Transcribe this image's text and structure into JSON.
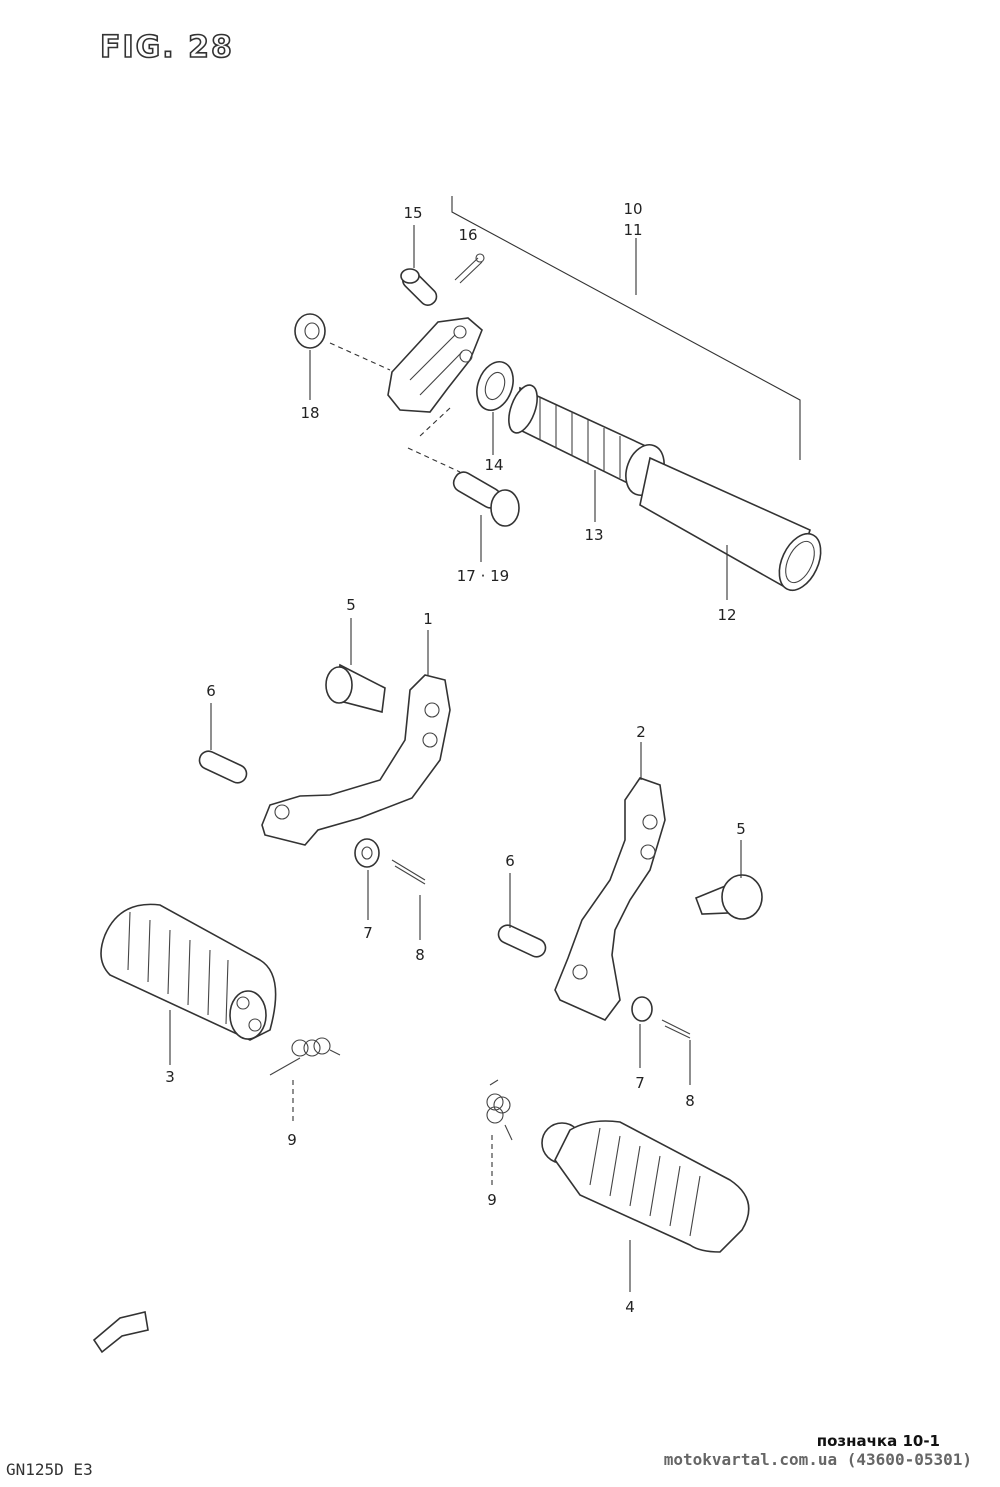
{
  "figure": {
    "title": "FIG. 28"
  },
  "labels": {
    "l10": "10",
    "l11": "11",
    "l15": "15",
    "l16": "16",
    "l18": "18",
    "l14": "14",
    "l13": "13",
    "l17_19": "17 · 19",
    "l12": "12",
    "l5a": "5",
    "l1": "1",
    "l6a": "6",
    "l7a": "7",
    "l8a": "8",
    "l3": "3",
    "l9a": "9",
    "l2": "2",
    "l5b": "5",
    "l6b": "6",
    "l7b": "7",
    "l8b": "8",
    "l9b": "9",
    "l4": "4"
  },
  "footer": {
    "model": "GN125D E3",
    "mark": "позначка 10-1",
    "site": "motokvartal.com.ua (43600-05301)"
  },
  "icons": {
    "front_arrow": "front-direction-arrow-icon"
  }
}
